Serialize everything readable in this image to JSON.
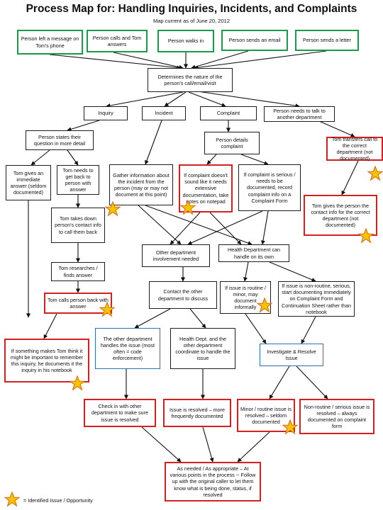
{
  "title": "Process Map for:  Handling Inquiries, Incidents, and Complaints",
  "subtitle": "Map current as of June 20, 2012",
  "nodes": {
    "start_message": "Person left a message on Tom's phone",
    "start_calls": "Person calls and Tom answers",
    "start_walks": "Person walks in",
    "start_email": "Person sends an email",
    "start_letter": "Person sends a letter",
    "determine": "Determines the nature of the person's call/email/visit",
    "inquiry": "Inquiry",
    "incident": "Incident",
    "complaint": "Complaint",
    "talk_other": "Person needs to talk to another department",
    "states_question": "Person states their question in more detail",
    "details_complaint": "Person details complaint",
    "transfers_call": "Tom transfers call to the correct department (not documented)",
    "immediate_answer": "Tom gives an immediate answer (seldom documented)",
    "get_back": "Tom needs to get back to person with answer",
    "gather_info": "Gather information about the incident from the person (may or may not document at this point)",
    "sound_extensive": "If complaint doesn't sound like it needs extensive documentation, take notes on notepad",
    "serious_doc": "If complaint is serious / needs to be documented, record complaint info on a Complaint Form",
    "gives_contact": "Tom gives the person the contact info for the correct department (not documented)",
    "takes_down": "Tom takes down person's contact info to call them back",
    "other_involvement": "Other department involvement needed",
    "health_own": "Health Department can handle on its own",
    "researches": "Tom researches / finds answer",
    "contact_other": "Contact the other department to discuss",
    "routine_minor": "If issue is routine / minor, may document informally",
    "nonroutine_serious": "If issue is non-routine, serious, start documenting immediately on Complaint Form and Continuation Sheet rather than notebook",
    "calls_back": "Tom calls person back with answer",
    "other_handles": "The other department handles the issue (most often = code enforcement)",
    "coordinate": "Health Dept. and the other department coordinate to handle the issue",
    "investigate": "Investigate & Resolve Issue",
    "notebook": "If something makes Tom think it might be important to remember this inquiry, he documents it the inquiry in his notebook",
    "check_in": "Check in with other department to make sure issue is resolved",
    "resolved_more": "Issue is resolved – more frequently documented",
    "minor_resolved": "Minor / routine issue is resolved – seldom documented",
    "serious_resolved": "Non-routine / serious issue is resolved – always documented on complaint form",
    "follow_up": "As needed / As appropriate – At various points in the process -- Follow up with the original caller to let them know what is being done, status, if resolved"
  },
  "legend": {
    "label": "= Identified Issue / Opportunity",
    "icon": "star-icon"
  },
  "colors": {
    "start_border": "#1a9a4a",
    "process_border": "#1d1d1d",
    "issue_border": "#d52020",
    "investigate_border": "#2e6fb3",
    "star_fill": "#f5c400",
    "star_stroke": "#e06d10"
  }
}
